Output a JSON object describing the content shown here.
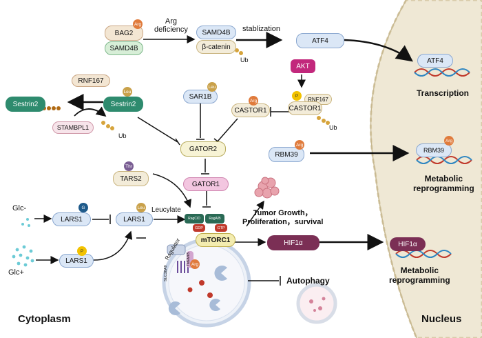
{
  "compartments": {
    "cytoplasm": "Cytoplasm",
    "nucleus": "Nucleus"
  },
  "proteins": {
    "bag2": "BAG2",
    "samd4b_left": "SAMD4B",
    "samd4b_right": "SAMD4B",
    "beta_catenin": "β-catenin",
    "atf4": "ATF4",
    "atf4_nuc": "ATF4",
    "akt": "AKT",
    "rnf167_top": "RNF167",
    "rnf167_castor": "RNF167",
    "castor1_left": "CASTOR1",
    "castor1_right": "CASTOR1",
    "sestrin2_left": "Sestrin2",
    "sestrin2_right": "Sestrin2",
    "stambpl1": "STAMBPL1",
    "sar1b": "SAR1B",
    "gator2": "GATOR2",
    "gator1": "GATOR1",
    "tars2": "TARS2",
    "lars1_g": "LARS1",
    "lars1_leu": "LARS1",
    "lars1_p": "LARS1",
    "rbm39": "RBM39",
    "rbm39_nuc": "RBM39",
    "hif1a": "HIF1α",
    "hif1a_nuc": "HIF1α",
    "mtorc1": "mTORC1",
    "ragcd": "RagC/D",
    "ragab": "RagA/B",
    "gdp": "GDP",
    "gtp": "GTP",
    "ragulator": "Ragulator",
    "tmem": "TMEM65",
    "slc38a9": "SLC38A9"
  },
  "badges": {
    "arg": "Arg",
    "leu": "Leu",
    "thr": "Thr",
    "p": "P",
    "g": "G"
  },
  "labels": {
    "arg_deficiency": "Arg\ndeficiency",
    "stabilization": "stablization",
    "ub1": "Ub",
    "ub2": "Ub",
    "ub3": "Ub",
    "glc_minus": "Glc-",
    "glc_plus": "Glc+",
    "leucylate": "Leucylate",
    "tumor": "Tumor Growth，\nProliferation，survival",
    "autophagy": "Autophagy",
    "transcription": "Transcription",
    "metabolic1": "Metabolic\nreprogramming",
    "metabolic2": "Metabolic\nreprogramming"
  },
  "colors": {
    "green": "#2e8b6e",
    "beige": "#f3ecd9",
    "blue_pill": "#dbe7f6",
    "purple": "#7b2f55",
    "pink": "#f3c6e0",
    "nucleus": "#efe8d5",
    "akt": "#c2287c"
  }
}
